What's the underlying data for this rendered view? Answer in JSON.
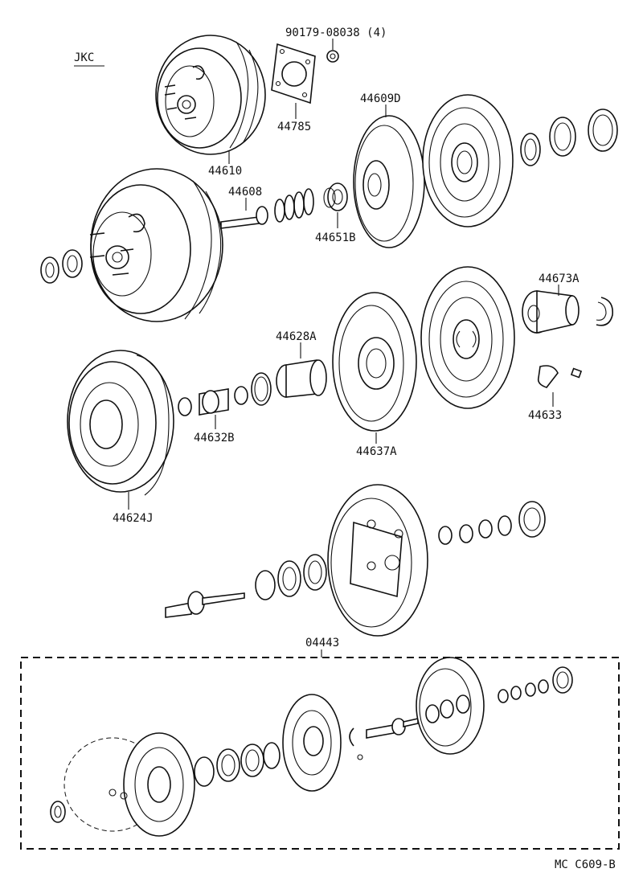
{
  "diagram": {
    "variant_label": "JKC",
    "figure_code": "MC C609-B",
    "part_labels": {
      "bolt_nut": "90179-08038 (4)",
      "gasket": "44785",
      "booster_assy_top": "44610",
      "push_rod": "44608",
      "plate_44651B": "44651B",
      "diaphragm_44609D": "44609D",
      "plate_44673A": "44673A",
      "piston_44628A": "44628A",
      "valve_44632B": "44632B",
      "diaphragm_44637A": "44637A",
      "key_44633": "44633",
      "shell_44624J": "44624J",
      "kit_04443": "04443"
    }
  }
}
